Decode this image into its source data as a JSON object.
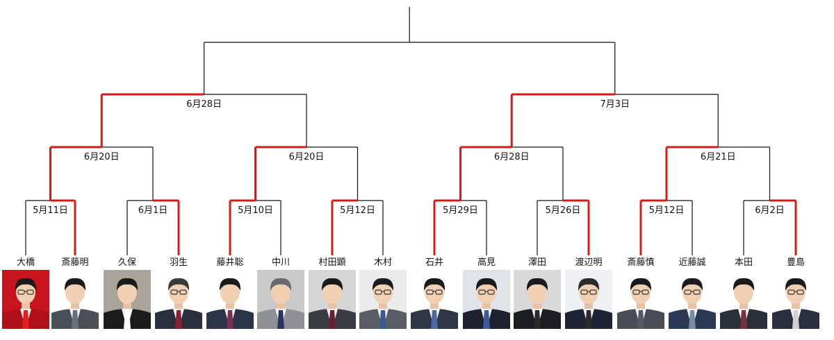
{
  "colors": {
    "line": "#111111",
    "winner_line": "#d41b1b",
    "background": "#ffffff"
  },
  "players": [
    {
      "name": "大橋",
      "photo_bg": "#c8141c",
      "suit": "#b01018",
      "tie": "#e02020",
      "hair": "#1a1a1a",
      "glasses": true
    },
    {
      "name": "斎藤明",
      "photo_bg": "#ffffff",
      "suit": "#4a4f58",
      "tie": "#6a6f78",
      "hair": "#1a1a1a",
      "glasses": false
    },
    {
      "name": "久保",
      "photo_bg": "#a9a39a",
      "suit": "#1c1c1c",
      "tie": "#ffffff",
      "hair": "#1a1a1a",
      "glasses": false
    },
    {
      "name": "羽生",
      "photo_bg": "#ffffff",
      "suit": "#2a2f3e",
      "tie": "#8a2030",
      "hair": "#3a3a3a",
      "glasses": true
    },
    {
      "name": "藤井聡",
      "photo_bg": "#ffffff",
      "suit": "#2b3448",
      "tie": "#7a3050",
      "hair": "#1a1a1a",
      "glasses": false
    },
    {
      "name": "中川",
      "photo_bg": "#c9c9c9",
      "suit": "#8e9096",
      "tie": "#2a3560",
      "hair": "#6a6a6a",
      "glasses": false
    },
    {
      "name": "村田顕",
      "photo_bg": "#d5d5d5",
      "suit": "#3a3c44",
      "tie": "#6a2030",
      "hair": "#1a1a1a",
      "glasses": false
    },
    {
      "name": "木村",
      "photo_bg": "#ebebeb",
      "suit": "#5a5d66",
      "tie": "#3a5a90",
      "hair": "#1a1a1a",
      "glasses": true
    },
    {
      "name": "石井",
      "photo_bg": "#ffffff",
      "suit": "#2f3746",
      "tie": "#4a6aa0",
      "hair": "#1a1a1a",
      "glasses": true
    },
    {
      "name": "高見",
      "photo_bg": "#e0e3e8",
      "suit": "#1e2230",
      "tie": "#3a5a9a",
      "hair": "#1a1a1a",
      "glasses": true
    },
    {
      "name": "澤田",
      "photo_bg": "#d9d9d9",
      "suit": "#1c1e24",
      "tie": "#2a2a2a",
      "hair": "#1a1a1a",
      "glasses": false
    },
    {
      "name": "渡辺明",
      "photo_bg": "#eef0f4",
      "suit": "#1e2436",
      "tie": "#2a2a2a",
      "hair": "#2a2a2a",
      "glasses": true
    },
    {
      "name": "斎藤慎",
      "photo_bg": "#ffffff",
      "suit": "#4a4d55",
      "tie": "#555a66",
      "hair": "#1a1a1a",
      "glasses": true
    },
    {
      "name": "近藤誠",
      "photo_bg": "#ffffff",
      "suit": "#2d3a55",
      "tie": "#7a8aa0",
      "hair": "#1a1a1a",
      "glasses": true
    },
    {
      "name": "本田",
      "photo_bg": "#ffffff",
      "suit": "#2a2f3a",
      "tie": "#7a3040",
      "hair": "#1a1a1a",
      "glasses": false
    },
    {
      "name": "豊島",
      "photo_bg": "#ffffff",
      "suit": "#2a2f40",
      "tie": "#d0d0d0",
      "hair": "#1a1a1a",
      "glasses": true
    }
  ],
  "round1": [
    {
      "date": "5月11日",
      "winner": "right"
    },
    {
      "date": "6月1日",
      "winner": "right"
    },
    {
      "date": "5月10日",
      "winner": "left"
    },
    {
      "date": "5月12日",
      "winner": "left"
    },
    {
      "date": "5月29日",
      "winner": "left"
    },
    {
      "date": "5月26日",
      "winner": "right"
    },
    {
      "date": "5月12日",
      "winner": "left"
    },
    {
      "date": "6月2日",
      "winner": "right"
    }
  ],
  "round2": [
    {
      "date": "6月20日",
      "winner": "left"
    },
    {
      "date": "6月20日",
      "winner": "left"
    },
    {
      "date": "6月28日",
      "winner": "left"
    },
    {
      "date": "6月21日",
      "winner": "left"
    }
  ],
  "round3": [
    {
      "date": "6月28日",
      "winner": "left"
    },
    {
      "date": "7月3日",
      "winner": "left"
    }
  ],
  "final": {
    "date": ""
  }
}
